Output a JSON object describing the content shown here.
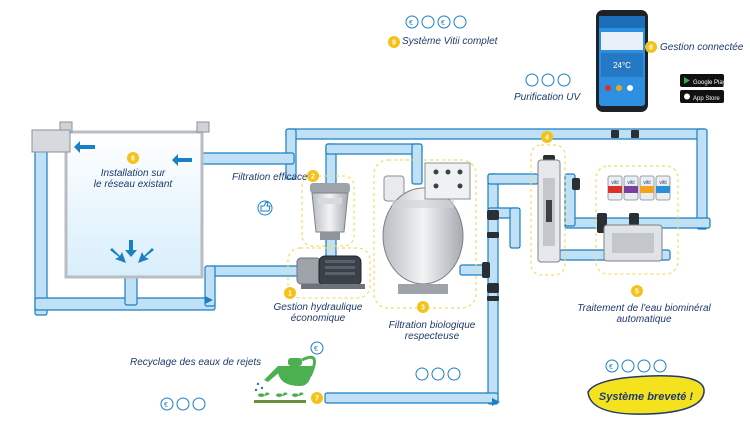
{
  "labels": {
    "systeme_complet": "Système Vitii complet",
    "gestion_connectee": "Gestion connectée",
    "purification_uv": "Purification UV",
    "installation": "Installation sur le réseau existant",
    "filtration_efficace": "Filtration efficace",
    "gestion_hydraulique": "Gestion hydraulique économique",
    "filtration_biologique": "Filtration biologique respecteuse",
    "traitement": "Traitement de l'eau biominéral automatique",
    "recyclage": "Recyclage des eaux de rejets",
    "badge": "Système breveté !"
  },
  "lines": {
    "installation_1": "Installation sur",
    "installation_2": "le réseau existant",
    "gestion_hydraulique_1": "Gestion hydraulique",
    "gestion_hydraulique_2": "économique",
    "filtration_biologique_1": "Filtration biologique",
    "filtration_biologique_2": "respecteuse",
    "traitement_1": "Traitement de l'eau biominéral",
    "traitement_2": "automatique"
  },
  "markers": [
    "1",
    "2",
    "3",
    "4",
    "5",
    "6",
    "7",
    "8",
    "9"
  ],
  "bottles": [
    "vitii",
    "vitii",
    "vitii",
    "vitii"
  ],
  "store_badges": {
    "google": "Google Play",
    "apple": "App Store"
  },
  "phone": {
    "temp": "24°C"
  },
  "colors": {
    "pipe_fill": "#bfe0f5",
    "pipe_stroke": "#1b7fc4",
    "navy": "#1f3a6b",
    "marker": "#f4c21b",
    "badge": "#f5e21f",
    "green": "#4caf50"
  }
}
